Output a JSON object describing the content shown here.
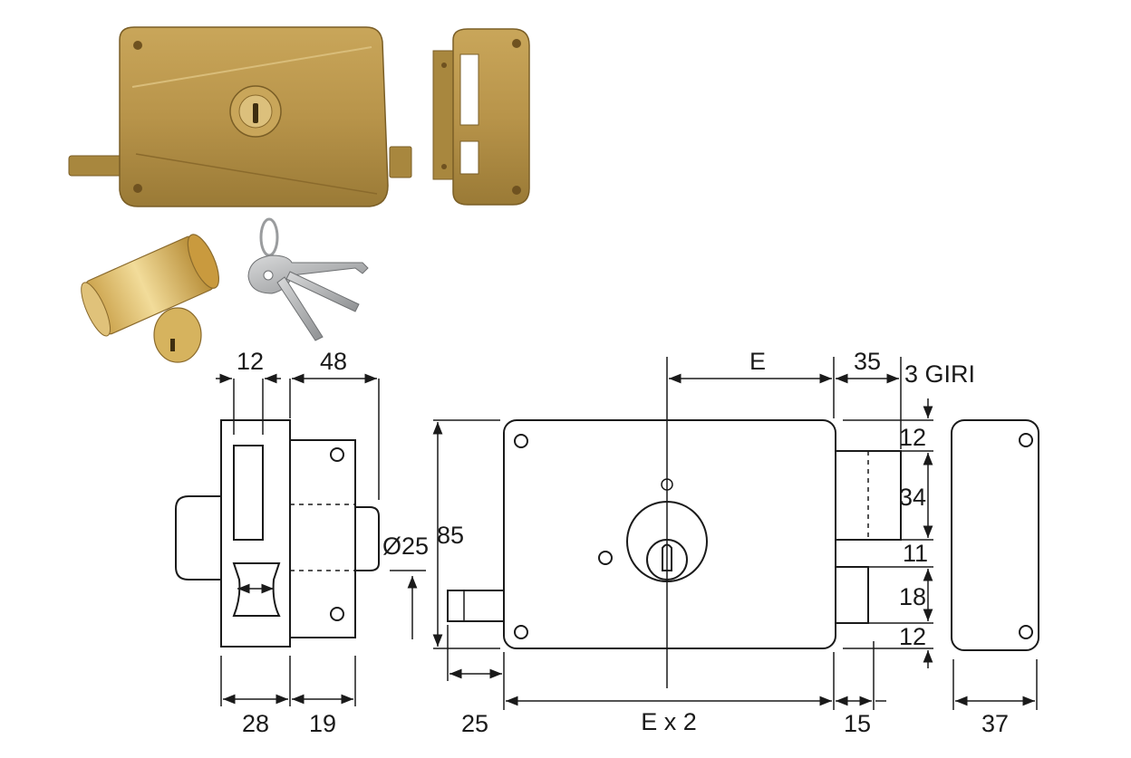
{
  "dimensions": {
    "top_left_width": "12",
    "top_left_depth": "48",
    "cylinder_diameter": "Ø25",
    "body_height": "85",
    "backset": "E",
    "bolt_throw": "35",
    "turns": "3 GIRI",
    "strike_top": "12",
    "strike_opening": "34",
    "strike_mid": "11",
    "strike_latch": "18",
    "strike_bottom": "12",
    "side_width": "28",
    "side_depth": "19",
    "latch_projection": "25",
    "body_length": "E x 2",
    "bolt_projection": "15",
    "strike_width": "37"
  },
  "colors": {
    "brass": "#b8944a",
    "brass_dark": "#8a6a2c",
    "brass_light": "#d9bd7a",
    "steel": "#a9abad",
    "line": "#1a1a1a"
  },
  "icons": {
    "lock": "rim-lock-body",
    "strike": "strike-plate",
    "cylinder": "brass-cylinder",
    "keys": "key-set"
  }
}
